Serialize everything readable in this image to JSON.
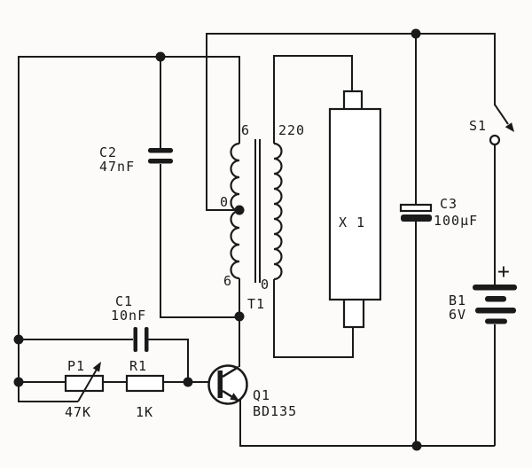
{
  "colors": {
    "ink": "#1a1a1a",
    "background": "#fcfbf9"
  },
  "components": {
    "c2": {
      "ref": "C2",
      "value": "47nF"
    },
    "c1": {
      "ref": "C1",
      "value": "10nF"
    },
    "c3": {
      "ref": "C3",
      "value": "100µF"
    },
    "p1": {
      "ref": "P1",
      "value": "47K"
    },
    "r1": {
      "ref": "R1",
      "value": "1K"
    },
    "q1": {
      "ref": "Q1",
      "value": "BD135"
    },
    "t1": {
      "ref": "T1",
      "taps": {
        "primary_top": "6",
        "primary_center": "0",
        "primary_bottom": "6",
        "secondary_top": "220",
        "secondary_bottom": "0"
      }
    },
    "x1": {
      "ref": "X 1"
    },
    "s1": {
      "ref": "S1"
    },
    "b1": {
      "ref": "B1",
      "value": "6V",
      "polarity": "+"
    }
  }
}
